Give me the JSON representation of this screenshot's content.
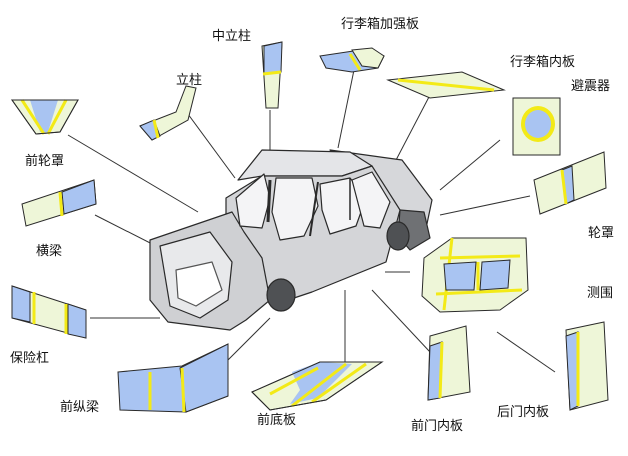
{
  "labels": {
    "zhong_li_zhu": "中立柱",
    "li_zhu": "立柱",
    "xinglixiang_jiaqiang": "行李箱加强板",
    "xinglixiang_nei": "行李箱内板",
    "bi_zhen_qi": "避震器",
    "qian_lun_zhao": "前轮罩",
    "heng_liang": "横梁",
    "lun_zhao": "轮罩",
    "ce_wei": "测围",
    "bao_xian_gang": "保险杠",
    "qian_zong_liang": "前纵梁",
    "qian_di_ban": "前底板",
    "qian_men_nei": "前门内板",
    "hou_men_nei": "后门内板"
  },
  "colors": {
    "panel": "#eef6d8",
    "blue": "#a9c4f2",
    "weld": "#f3ea17",
    "body": "#d9dadd",
    "outline": "#2a2a2a"
  }
}
